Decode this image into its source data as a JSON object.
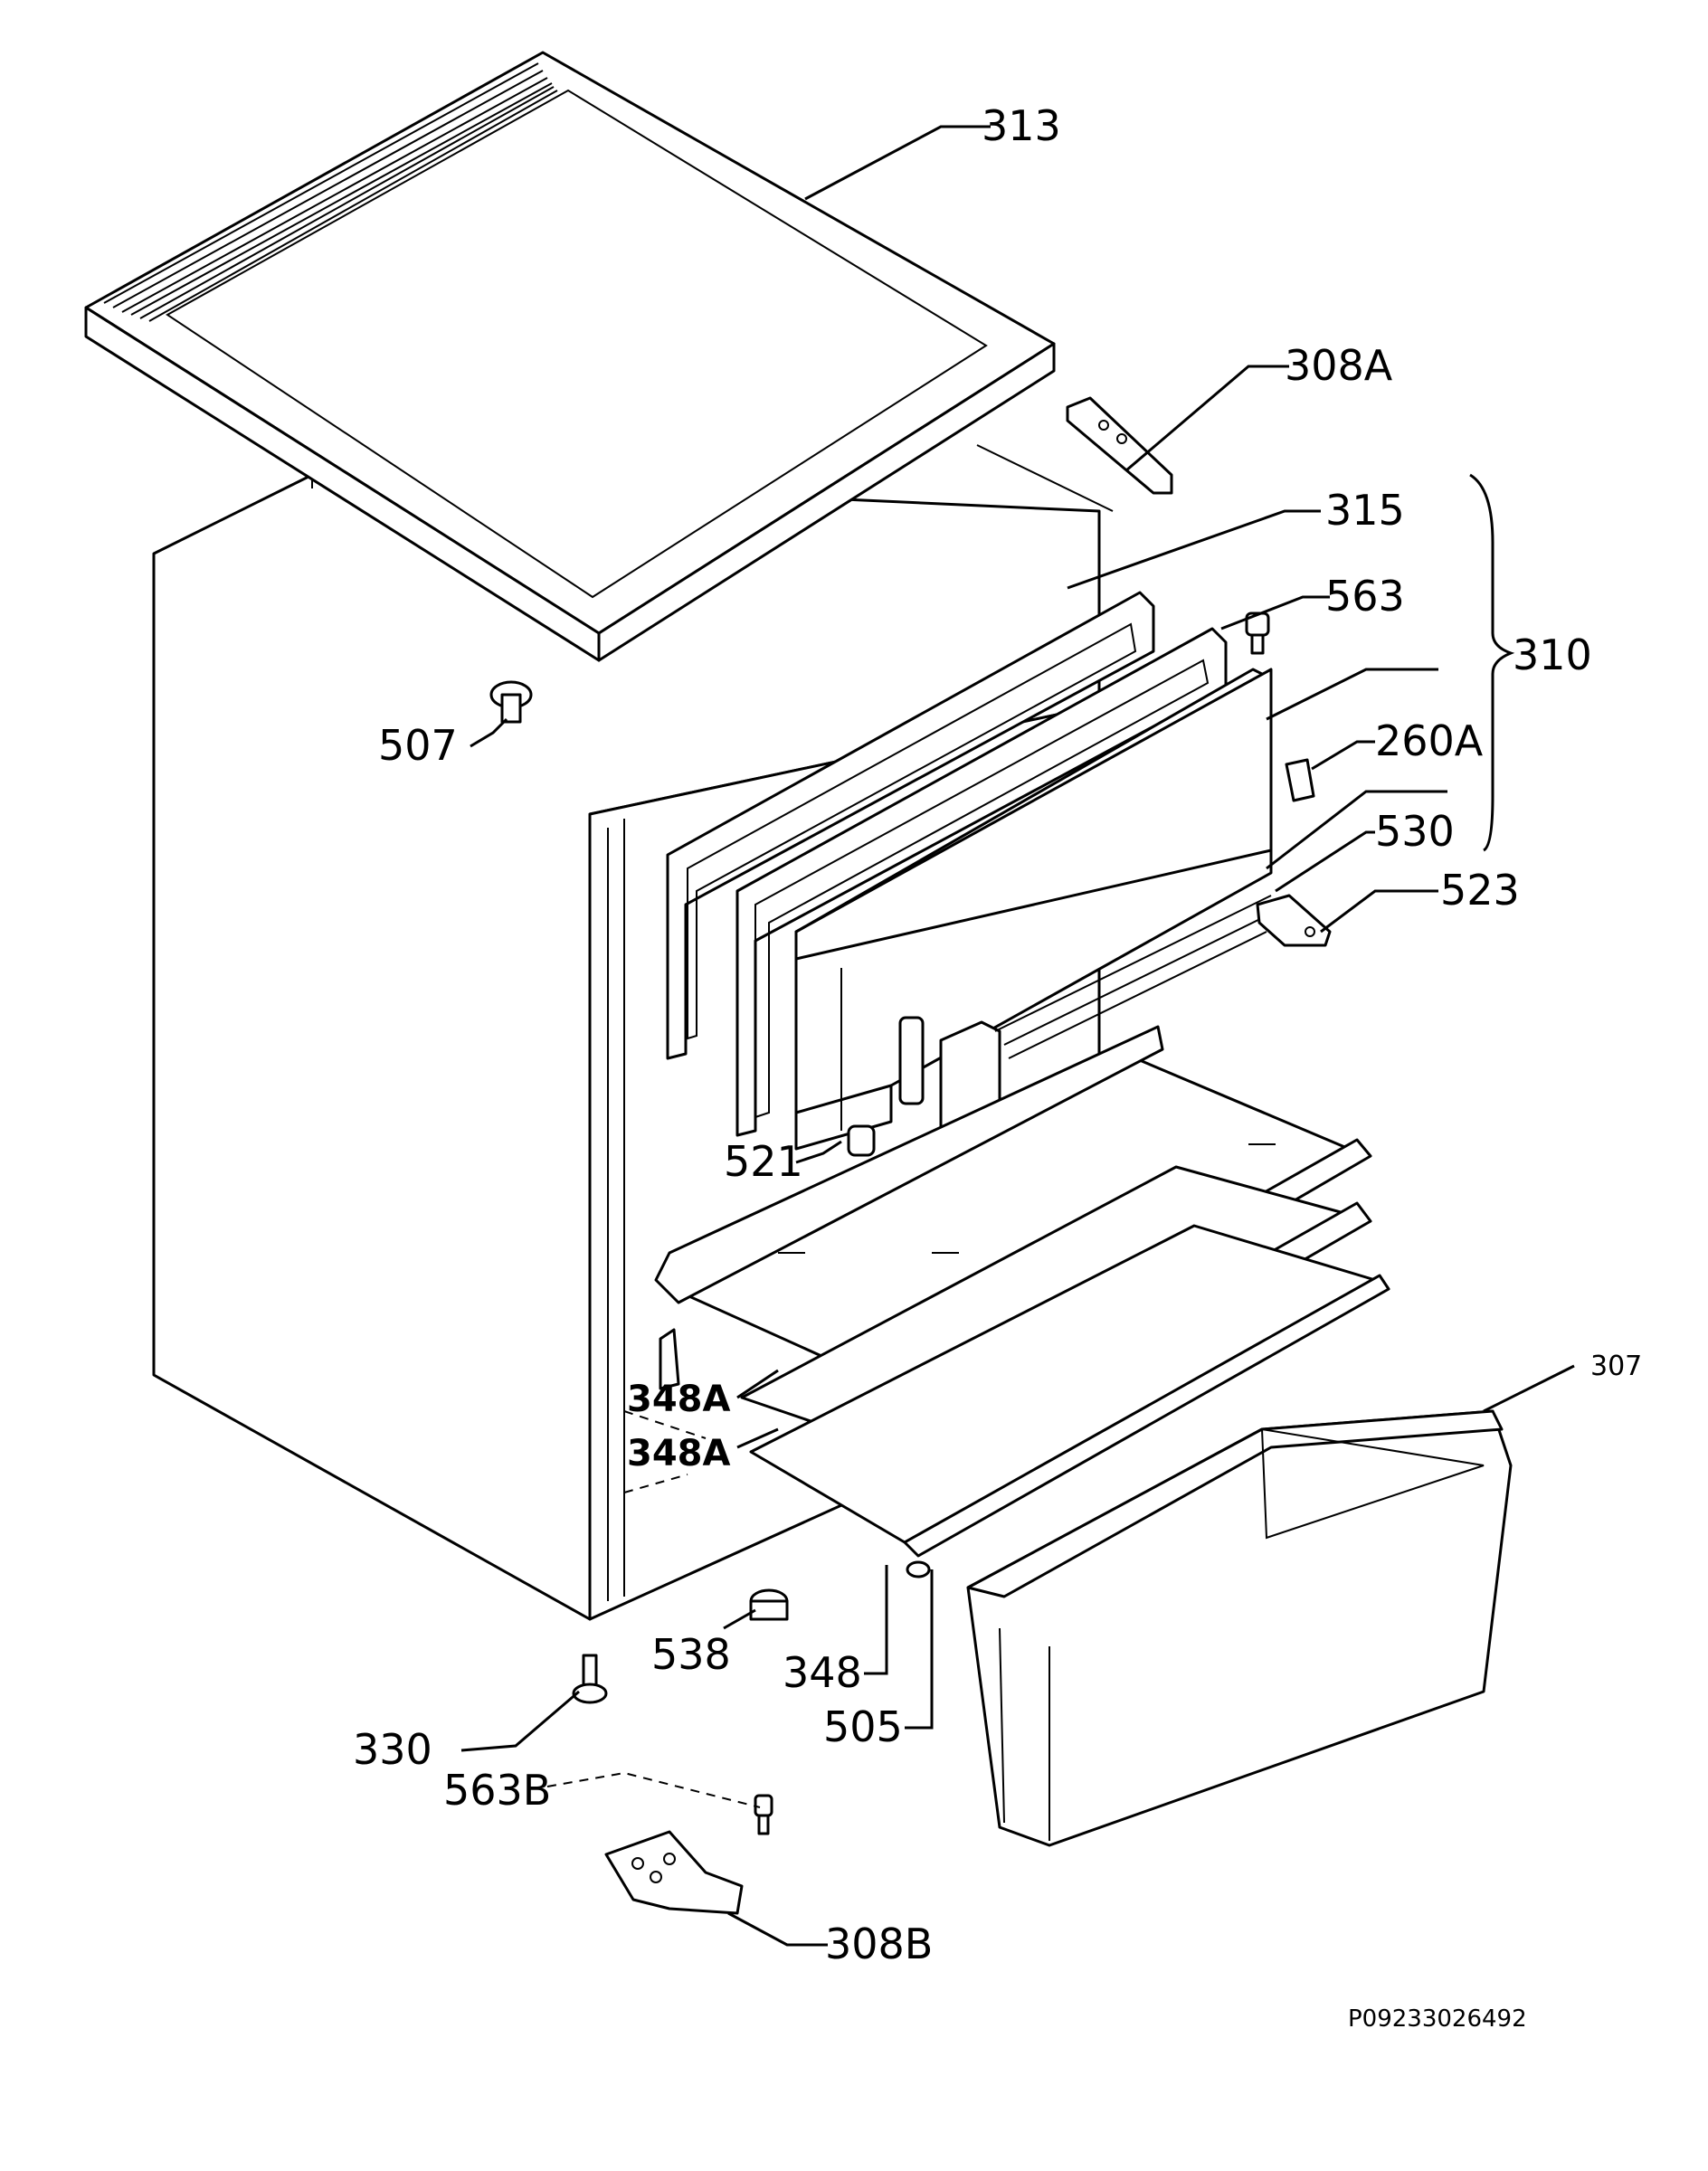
{
  "callouts": {
    "p313": "313",
    "p308A": "308A",
    "p315": "315",
    "p563": "563",
    "p310": "310",
    "p260A": "260A",
    "p530": "530",
    "p523": "523",
    "p507": "507",
    "p521": "521",
    "p348A_1": "348A",
    "p348A_2": "348A",
    "p307": "307",
    "p538": "538",
    "p348": "348",
    "p505": "505",
    "p330": "330",
    "p563B": "563B",
    "p308B": "308B"
  },
  "drawing_ref": "P09233026492"
}
